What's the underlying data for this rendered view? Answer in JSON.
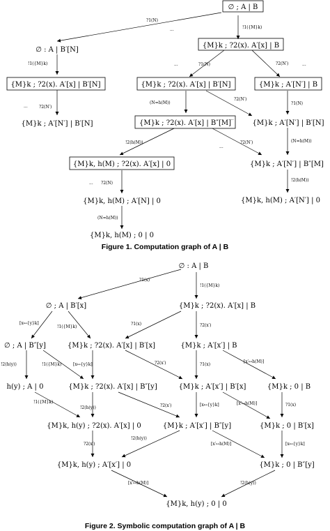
{
  "figure1": {
    "caption": "Figure 1. Computation graph of A | B",
    "nodes": [
      {
        "id": "n1",
        "text": "∅ ; A | B",
        "boxed": true
      },
      {
        "id": "n2",
        "text": "∅ : A | B′[N]",
        "boxed": false
      },
      {
        "id": "n3",
        "text": "{M}k ; ?2(x). A′[x] | B",
        "boxed": true
      },
      {
        "id": "n4",
        "text": "{M}k ; ?2(x). A′[x] | B′[N]",
        "boxed": true
      },
      {
        "id": "n5",
        "text": "{M}k ; ?2(x). A′[x] | B′[N]",
        "boxed": true
      },
      {
        "id": "n6",
        "text": "{M}k ; A′[N′] | B",
        "boxed": true
      },
      {
        "id": "n7",
        "text": "{M}k ; A′[N′] | B′[N]",
        "boxed": false
      },
      {
        "id": "n8",
        "text": "{M}k ; ?2(x). A′[x] | B″[M]",
        "boxed": true
      },
      {
        "id": "n9",
        "text": "{M}k ; A′[N′] | B′[N]",
        "boxed": false
      },
      {
        "id": "n10",
        "text": "{M}k, h(M) ; ?2(x). A′[x] | 0",
        "boxed": true
      },
      {
        "id": "n11",
        "text": "{M}k ; A′[N′] | B″[M]",
        "boxed": false
      },
      {
        "id": "n12",
        "text": "{M}k, h(M) ; A′[N] | 0",
        "boxed": false
      },
      {
        "id": "n13",
        "text": "{M}k, h(M) ; A′[N′] | 0",
        "boxed": false
      },
      {
        "id": "n14",
        "text": "{M}k, h(M) ; 0 | 0",
        "boxed": false
      }
    ],
    "edge_labels": {
      "e1": "?1(N)",
      "e2": "!1({M}k)",
      "e3": "!1({M}k)",
      "e4": "?1(N)",
      "e5": "?2(N′)",
      "e6": "?2(N′)",
      "e7": "(N=h(M))",
      "e8": "?2(N′)",
      "e9": "?1(N)",
      "e10": "!2(h(M))",
      "e11": "?2(N′)",
      "e12": "(N=h(M))",
      "e13": "?2(N)",
      "e14": "!2(h(M))",
      "e15": "(N=h(M))"
    },
    "ellipsis": "..."
  },
  "figure2": {
    "caption": "Figure 2. Symbolic computation graph of A | B",
    "nodes": [
      {
        "id": "m1",
        "text": "∅ : A | B"
      },
      {
        "id": "m2",
        "text": "∅ ; A | B′[x]"
      },
      {
        "id": "m3",
        "text": "{M}k ; ?2(x). A′[x] | B"
      },
      {
        "id": "m4",
        "text": "∅ ; A | B″[y]"
      },
      {
        "id": "m5",
        "text": "{M}k ; ?2(x). A′[x] | B′[x]"
      },
      {
        "id": "m6",
        "text": "{M}k ; A′[x′] | B"
      },
      {
        "id": "m7",
        "text": "h(y) ; A | 0"
      },
      {
        "id": "m8",
        "text": "{M}k ; ?2(x). A′[x] | B″[y]"
      },
      {
        "id": "m9",
        "text": "{M}k ; A′[x′] | B′[x]"
      },
      {
        "id": "m10",
        "text": "{M}k ; 0 | B"
      },
      {
        "id": "m11",
        "text": "{M}k, h(y) ; ?2(x). A′[x] | 0"
      },
      {
        "id": "m12",
        "text": "{M}k ; A′[x′] | B″[y]"
      },
      {
        "id": "m13",
        "text": "{M}k ; 0 | B′[x]"
      },
      {
        "id": "m14",
        "text": "{M}k, h(y) ; A′[x′] | 0"
      },
      {
        "id": "m15",
        "text": "{M}k ; 0 | B″[y]"
      },
      {
        "id": "m16",
        "text": "{M}k, h(y) ; 0 | 0"
      }
    ],
    "edge_labels": {
      "f1": "?1(x)",
      "f2": "!1({M}k)",
      "f3": "[x↦{y}k]",
      "f4": "!1({M}k)",
      "f5": "?1(x)",
      "f6": "?2(x′)",
      "f7": "!2(h(y))",
      "f8": "!1({M}k)",
      "f9": "[x↦{y}k]",
      "f10": "?2(x′)",
      "f11": "?1(x)",
      "f12": "[x′↦h(M)]",
      "f13": "!1({M}k)",
      "f14": "!2(h(y))",
      "f15": "?2(x′)",
      "f16": "[x↦{y}k]",
      "f17": "[x′↦h(M)]",
      "f18": "?1(x)",
      "f19": "?2(x′)",
      "f20": "!2(h(y))",
      "f21": "[x′↦h(M)]",
      "f22": "[x↦{y}k]",
      "f23": "[x′↦h(M)]",
      "f24": "!2(h(y))"
    }
  }
}
